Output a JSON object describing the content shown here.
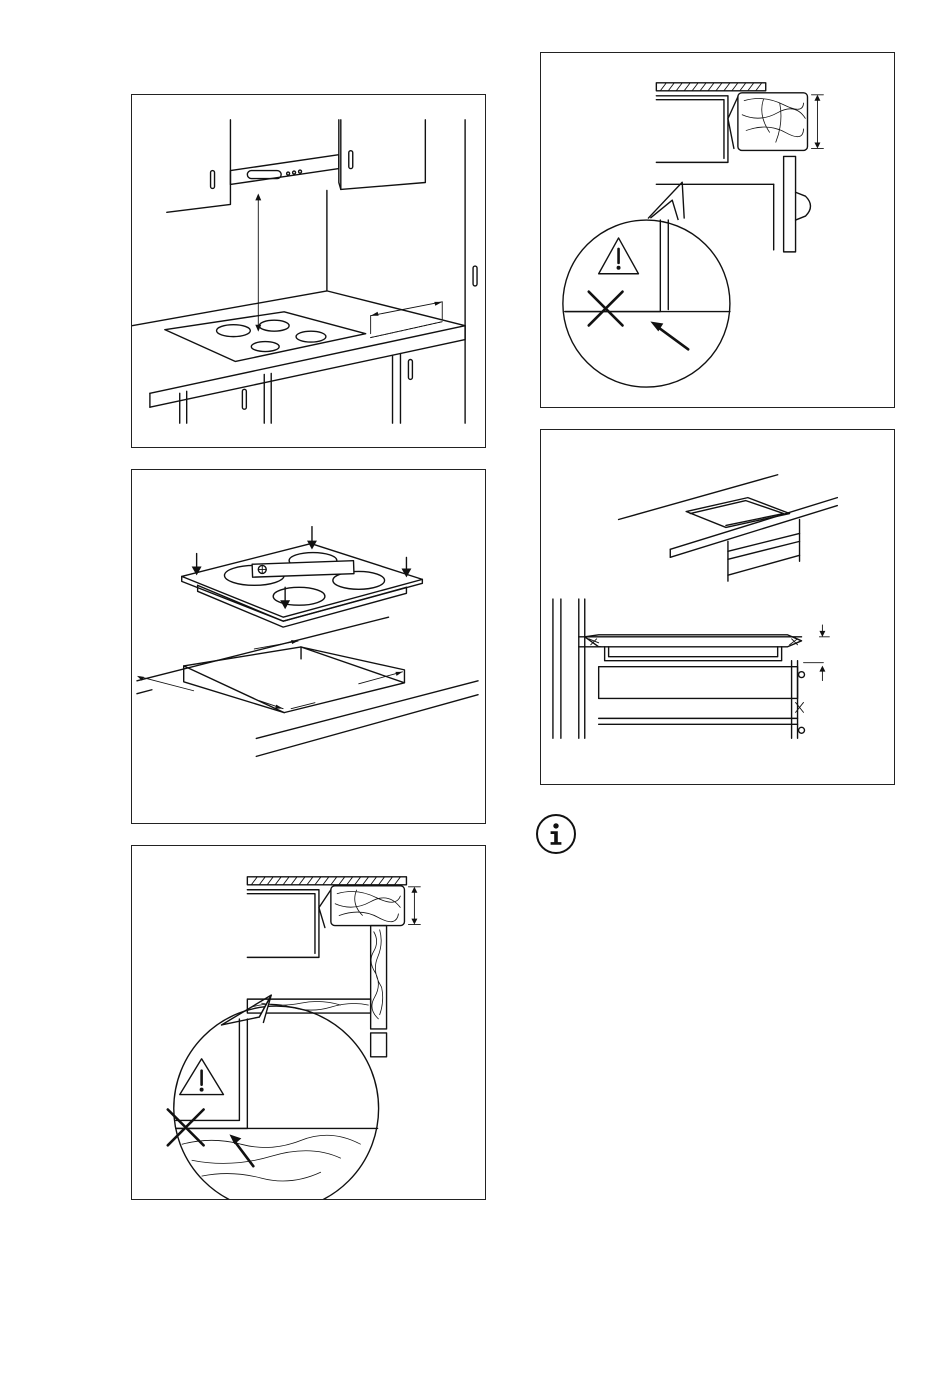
{
  "figures": [
    {
      "id": "fig-hob-under-hood",
      "icon": "kitchen-hood-clearance-figure"
    },
    {
      "id": "fig-hob-fit-into-cutout",
      "icon": "hob-placement-figure"
    },
    {
      "id": "fig-worktop-shelf-warning",
      "icon": "cabinet-shelf-warning-figure"
    },
    {
      "id": "fig-worktop-door-warning",
      "icon": "cabinet-door-warning-figure"
    },
    {
      "id": "fig-flush-mount-section",
      "icon": "flush-mount-figure"
    }
  ],
  "notice": {
    "icon": "info-icon"
  }
}
